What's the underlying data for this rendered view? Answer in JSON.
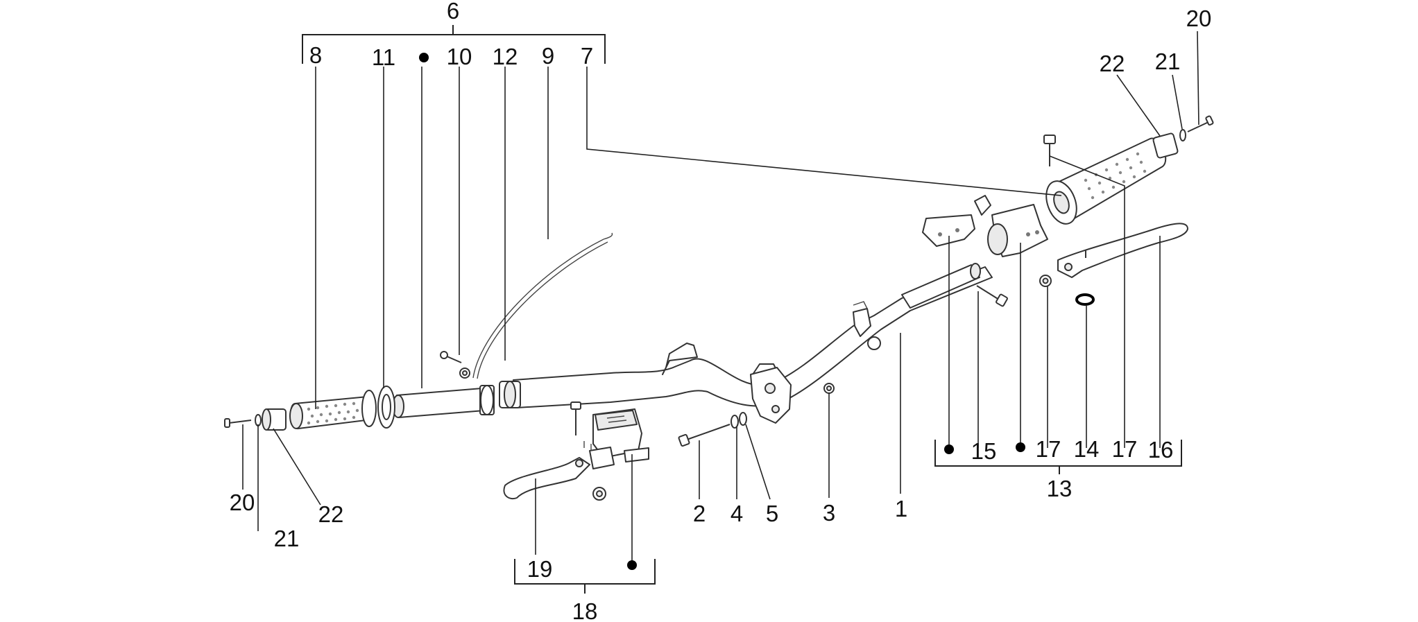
{
  "callouts": {
    "c6": "6",
    "c8": "8",
    "c11": "11",
    "c10": "10",
    "c12": "12",
    "c9": "9",
    "c7": "7",
    "c20a": "20",
    "c21a": "21",
    "c22a": "22",
    "c2": "2",
    "c4": "4",
    "c5": "5",
    "c3": "3",
    "c1": "1",
    "c19": "19",
    "c18": "18",
    "c15": "15",
    "c17a": "17",
    "c14": "14",
    "c17b": "17",
    "c16": "16",
    "c13": "13",
    "c20b": "20",
    "c21b": "21",
    "c22b": "22"
  },
  "legend": {
    "marker_meaning": "filled dot = component included in kit"
  },
  "colors": {
    "line": "#222222",
    "text": "#111111",
    "dot": "#000000"
  }
}
